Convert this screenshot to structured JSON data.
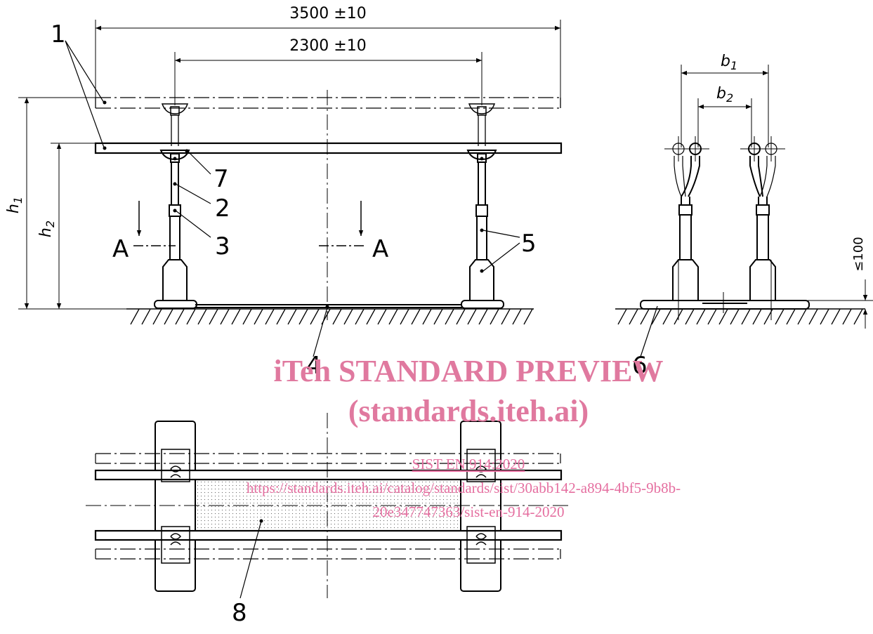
{
  "dimensions": {
    "overall_length": "3500 ±10",
    "support_spacing": "2300 ±10",
    "height_high": "h",
    "height_high_sub": "1",
    "height_low": "h",
    "height_low_sub": "2",
    "width_outer": "b",
    "width_outer_sub": "1",
    "width_inner": "b",
    "width_inner_sub": "2",
    "base_clearance": "≤100"
  },
  "section_marker": "A",
  "callouts": [
    "1",
    "2",
    "3",
    "4",
    "5",
    "6",
    "7",
    "8"
  ],
  "watermark": {
    "line1": "iTeh STANDARD PREVIEW",
    "line2": "(standards.iteh.ai)",
    "link1": "SIST EN 914:2020",
    "link2": "https://standards.iteh.ai/catalog/standards/sist/30abb142-a894-4bf5-9b8b-",
    "link3": "20e347747363/sist-en-914-2020"
  },
  "colors": {
    "line": "#000000",
    "watermark": "#e0799f"
  }
}
